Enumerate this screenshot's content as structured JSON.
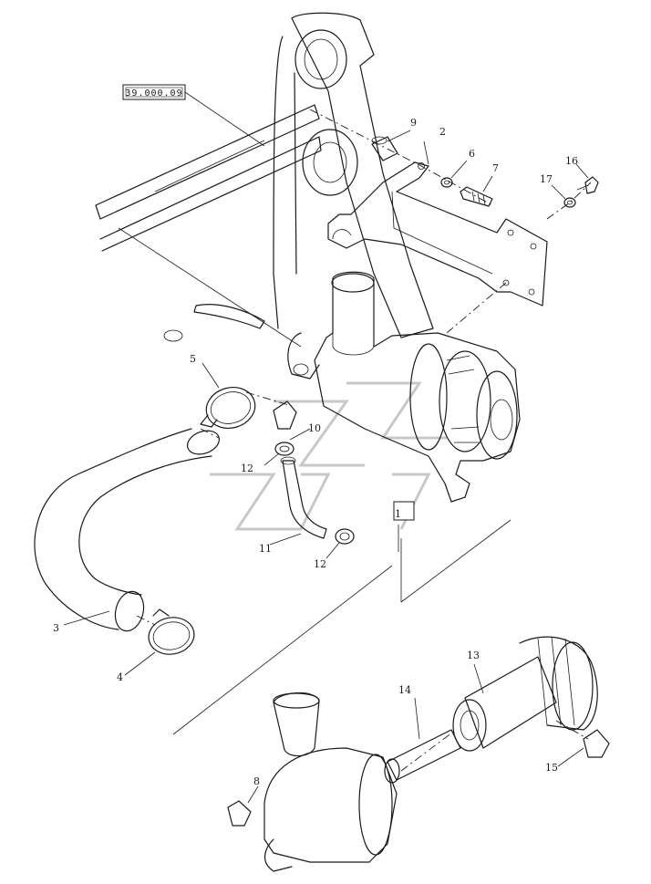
{
  "diagram": {
    "reference_label": "39.000.09",
    "callouts": [
      {
        "id": "c1",
        "text": "1"
      },
      {
        "id": "c2",
        "text": "2"
      },
      {
        "id": "c3",
        "text": "3"
      },
      {
        "id": "c4",
        "text": "4"
      },
      {
        "id": "c5",
        "text": "5"
      },
      {
        "id": "c6",
        "text": "6"
      },
      {
        "id": "c7",
        "text": "7"
      },
      {
        "id": "c8",
        "text": "8"
      },
      {
        "id": "c9",
        "text": "9"
      },
      {
        "id": "c10",
        "text": "10"
      },
      {
        "id": "c11",
        "text": "11"
      },
      {
        "id": "c12a",
        "text": "12"
      },
      {
        "id": "c12b",
        "text": "12"
      },
      {
        "id": "c13",
        "text": "13"
      },
      {
        "id": "c14",
        "text": "14"
      },
      {
        "id": "c15",
        "text": "15"
      },
      {
        "id": "c16",
        "text": "16"
      },
      {
        "id": "c17",
        "text": "17"
      }
    ]
  }
}
